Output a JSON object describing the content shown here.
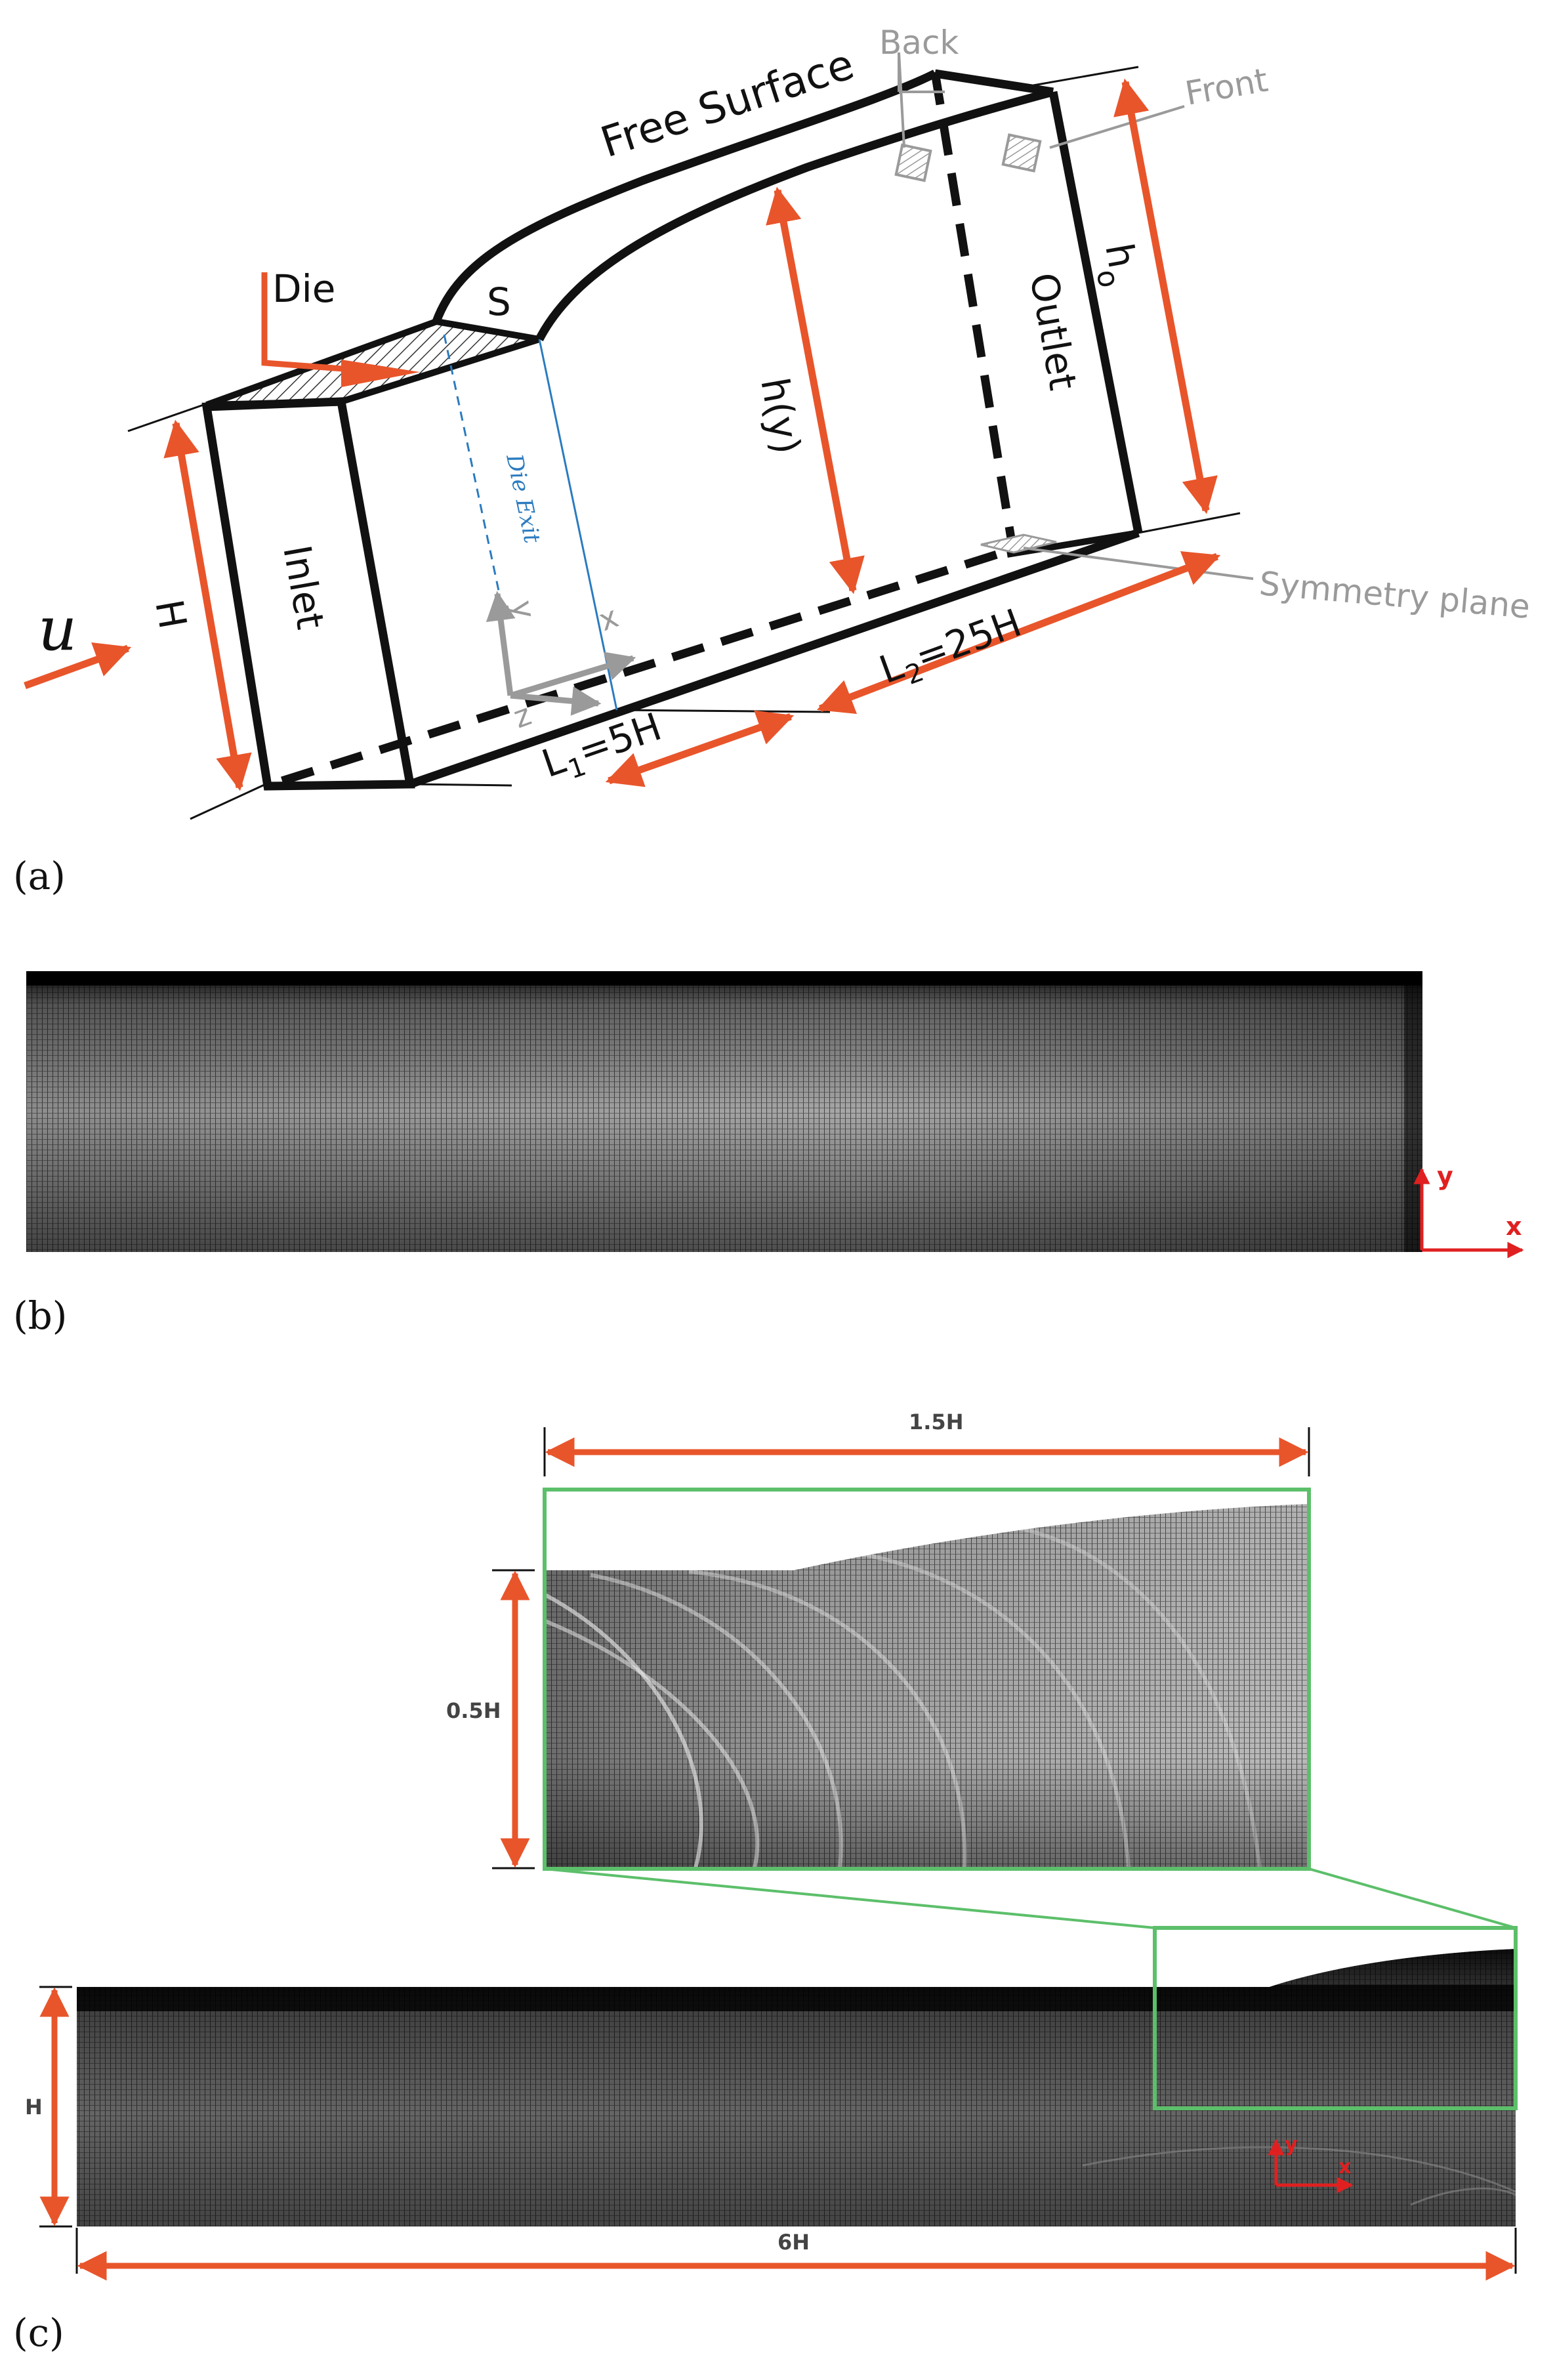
{
  "panels": {
    "a": {
      "label": "(a)",
      "free_surface": "Free Surface",
      "back": "Back",
      "front": "Front",
      "die": "Die",
      "s": "S",
      "h_y": "h(y)",
      "outlet": "Outlet",
      "h_o": "h",
      "h_o_sub": "o",
      "die_exit": "Die Exit",
      "inlet": "Inlet",
      "H": "H",
      "u": "u",
      "axis_y": "y",
      "axis_x": "x",
      "axis_z": "z",
      "L1": "L",
      "L1_sub": "1",
      "L1_val": "=5H",
      "L2": "L",
      "L2_sub": "2",
      "L2_val": "=25H",
      "symmetry_plane": "Symmetry plane"
    },
    "b": {
      "label": "(b)",
      "axis_y": "y",
      "axis_x": "x"
    },
    "c": {
      "label": "(c)",
      "dim_1_5H": "1.5H",
      "dim_0_5H": "0.5H",
      "dim_H": "H",
      "dim_6H": "6H",
      "axis_y": "y",
      "axis_x": "x"
    }
  },
  "colors": {
    "orange": "#e8552b",
    "black": "#111111",
    "gray": "#9a9a9a",
    "blue": "#2b7bbf",
    "green": "#5cbf6a"
  }
}
